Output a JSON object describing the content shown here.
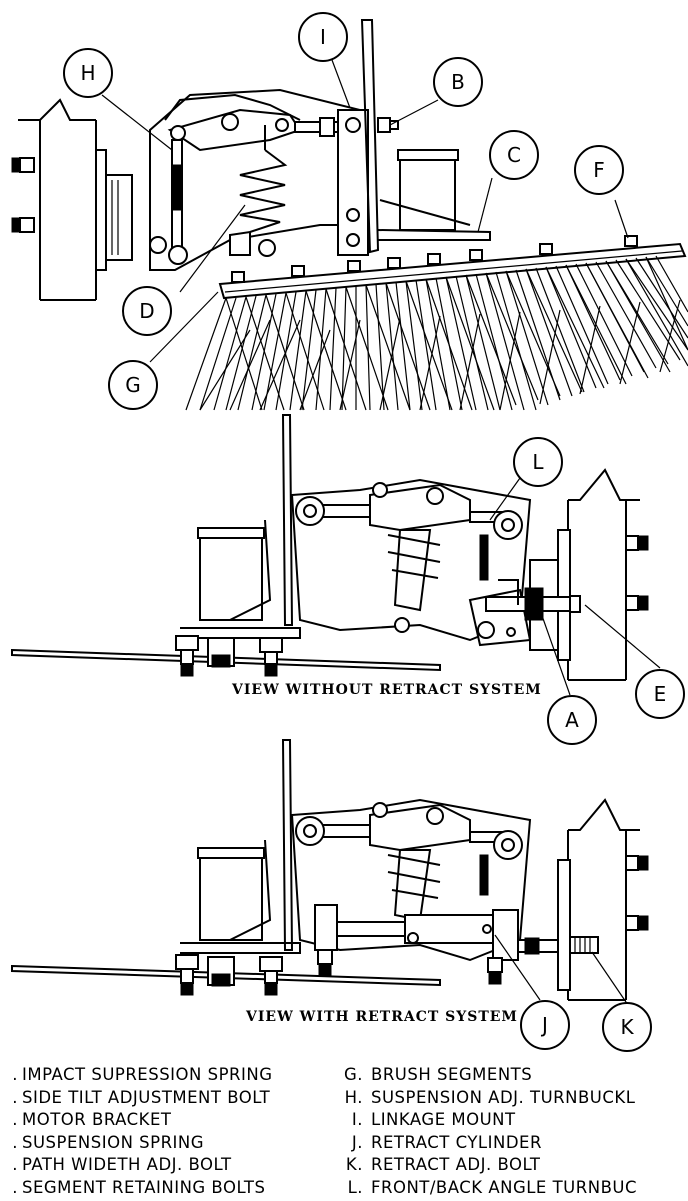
{
  "callouts": {
    "H": "H",
    "I": "I",
    "B": "B",
    "C": "C",
    "F": "F",
    "D": "D",
    "G": "G",
    "L": "L",
    "E": "E",
    "A": "A",
    "J": "J",
    "K": "K"
  },
  "views": {
    "without_retract": "VIEW WITHOUT RETRACT SYSTEM",
    "with_retract": "VIEW WITH RETRACT SYSTEM"
  },
  "legend": {
    "left": [
      {
        "key": ".",
        "text": "IMPACT SUPRESSION SPRING"
      },
      {
        "key": ".",
        "text": "SIDE TILT ADJUSTMENT BOLT"
      },
      {
        "key": ".",
        "text": "MOTOR BRACKET"
      },
      {
        "key": ".",
        "text": "SUSPENSION SPRING"
      },
      {
        "key": ".",
        "text": "PATH WIDETH ADJ. BOLT"
      },
      {
        "key": ".",
        "text": "SEGMENT RETAINING BOLTS"
      }
    ],
    "right": [
      {
        "key": "G.",
        "text": "BRUSH SEGMENTS"
      },
      {
        "key": "H.",
        "text": "SUSPENSION ADJ. TURNBUCKL"
      },
      {
        "key": "I.",
        "text": "LINKAGE MOUNT"
      },
      {
        "key": "J.",
        "text": "RETRACT CYLINDER"
      },
      {
        "key": "K.",
        "text": "RETRACT ADJ. BOLT"
      },
      {
        "key": "L.",
        "text": "FRONT/BACK ANGLE TURNBUC"
      }
    ]
  }
}
